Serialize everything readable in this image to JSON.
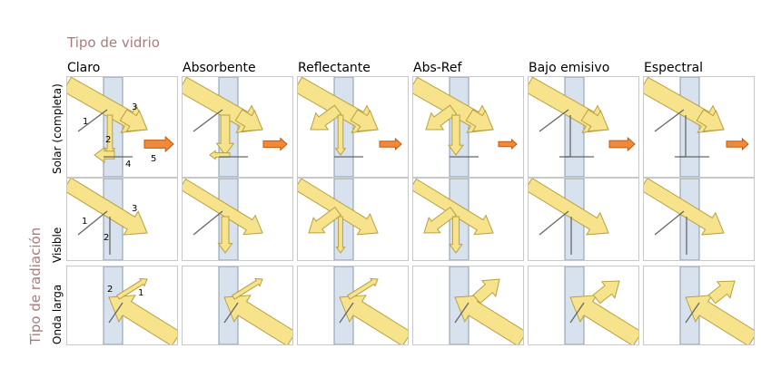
{
  "titles": {
    "top": "Tipo de vidrio",
    "side": "Tipo de radiación"
  },
  "columns": [
    "Claro",
    "Absorbente",
    "Reflectante",
    "Abs-Ref",
    "Bajo emisivo",
    "Espectral"
  ],
  "rows": [
    "Solar (completa)",
    "Visible",
    "Onda larga"
  ],
  "annotations": {
    "solar": [
      "1",
      "2",
      "3",
      "4",
      "5"
    ],
    "visible": [
      "1",
      "2",
      "3"
    ],
    "longwave": [
      "1",
      "2"
    ]
  },
  "colors": {
    "arrow_fill": "#f7e38c",
    "arrow_stroke": "#b8a040",
    "glass": "#d8e2ee",
    "glass_stroke": "#8898aa",
    "heat_arrow": "#f0893a",
    "heat_stroke": "#c05a10",
    "title": "#a97c7c",
    "cell_border": "#c8c8c8"
  }
}
